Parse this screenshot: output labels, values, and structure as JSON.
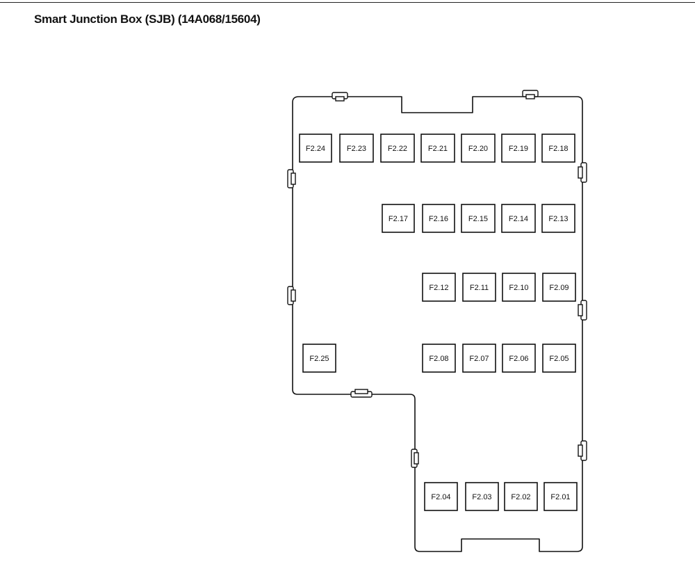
{
  "header": {
    "title": "Smart Junction Box (SJB) (14A068/15604)"
  },
  "fuses": [
    {
      "id": "F2.24",
      "label": "F2.24"
    },
    {
      "id": "F2.23",
      "label": "F2.23"
    },
    {
      "id": "F2.22",
      "label": "F2.22"
    },
    {
      "id": "F2.21",
      "label": "F2.21"
    },
    {
      "id": "F2.20",
      "label": "F2.20"
    },
    {
      "id": "F2.19",
      "label": "F2.19"
    },
    {
      "id": "F2.18",
      "label": "F2.18"
    },
    {
      "id": "F2.17",
      "label": "F2.17"
    },
    {
      "id": "F2.16",
      "label": "F2.16"
    },
    {
      "id": "F2.15",
      "label": "F2.15"
    },
    {
      "id": "F2.14",
      "label": "F2.14"
    },
    {
      "id": "F2.13",
      "label": "F2.13"
    },
    {
      "id": "F2.12",
      "label": "F2.12"
    },
    {
      "id": "F2.11",
      "label": "F2.11"
    },
    {
      "id": "F2.10",
      "label": "F2.10"
    },
    {
      "id": "F2.09",
      "label": "F2.09"
    },
    {
      "id": "F2.25",
      "label": "F2.25"
    },
    {
      "id": "F2.08",
      "label": "F2.08"
    },
    {
      "id": "F2.07",
      "label": "F2.07"
    },
    {
      "id": "F2.06",
      "label": "F2.06"
    },
    {
      "id": "F2.05",
      "label": "F2.05"
    },
    {
      "id": "F2.04",
      "label": "F2.04"
    },
    {
      "id": "F2.03",
      "label": "F2.03"
    },
    {
      "id": "F2.02",
      "label": "F2.02"
    },
    {
      "id": "F2.01",
      "label": "F2.01"
    }
  ]
}
